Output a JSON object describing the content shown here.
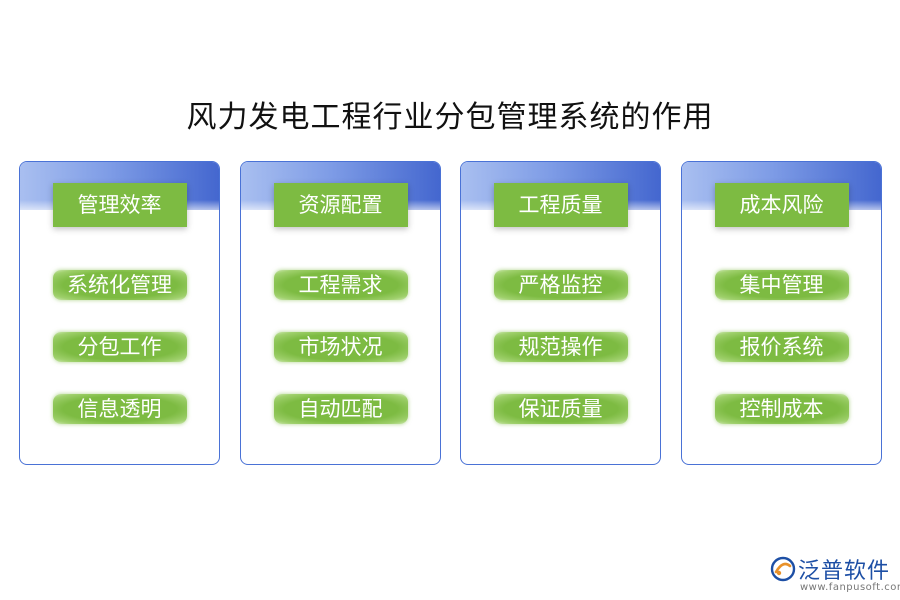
{
  "title": "风力发电工程行业分包管理系统的作用",
  "colors": {
    "accent_blue": "#4467cf",
    "label_green": "#7dbb42",
    "border_blue": "#4a72d6"
  },
  "cards": [
    {
      "heading": "管理效率",
      "items": [
        "系统化管理",
        "分包工作",
        "信息透明"
      ]
    },
    {
      "heading": "资源配置",
      "items": [
        "工程需求",
        "市场状况",
        "自动匹配"
      ]
    },
    {
      "heading": "工程质量",
      "items": [
        "严格监控",
        "规范操作",
        "保证质量"
      ]
    },
    {
      "heading": "成本风险",
      "items": [
        "集中管理",
        "报价系统",
        "控制成本"
      ]
    }
  ],
  "logo": {
    "icon": "fanpu-logo-icon",
    "name": "泛普软件",
    "url": "www.fanpusoft.com"
  }
}
